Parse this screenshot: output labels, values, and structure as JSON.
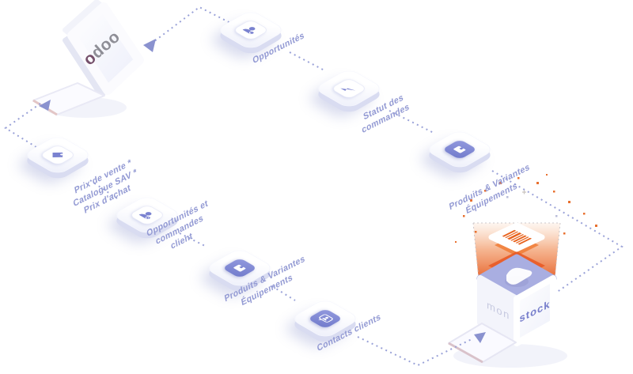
{
  "odoo": {
    "logo_first": "o",
    "logo_rest": "doo"
  },
  "monstock": {
    "brand_left": "mon",
    "brand_right": "stock"
  },
  "flows": {
    "top": {
      "nodes": [
        {
          "label": "Opportunités",
          "icon": "person-icon"
        },
        {
          "label": "Statut des\ncommandes",
          "icon": "paper-plane-icon"
        },
        {
          "label": "Produits & Variantes\nÉquipements",
          "icon": "package-icon"
        }
      ]
    },
    "bottom": {
      "nodes": [
        {
          "label": "Prix de vente *\nCatalogue SAV *\nPrix d'achat",
          "icon": "price-tag-icon"
        },
        {
          "label": "Opportunités et\ncommandes\nclient",
          "icon": "person-clock-icon"
        },
        {
          "label": "Produits & Variantes\nÉquipements",
          "icon": "package-icon"
        },
        {
          "label": "Contacts clients",
          "icon": "chat-person-icon"
        }
      ]
    }
  },
  "colors": {
    "accent_purple": "#7a82d0",
    "label_text": "#9299d3",
    "dotted_line": "#9aa2d8",
    "orange": "#e8632c",
    "odoo_maroon": "#75506b",
    "odoo_grey": "#8e8e96",
    "monstock_purple": "#767dcb"
  }
}
